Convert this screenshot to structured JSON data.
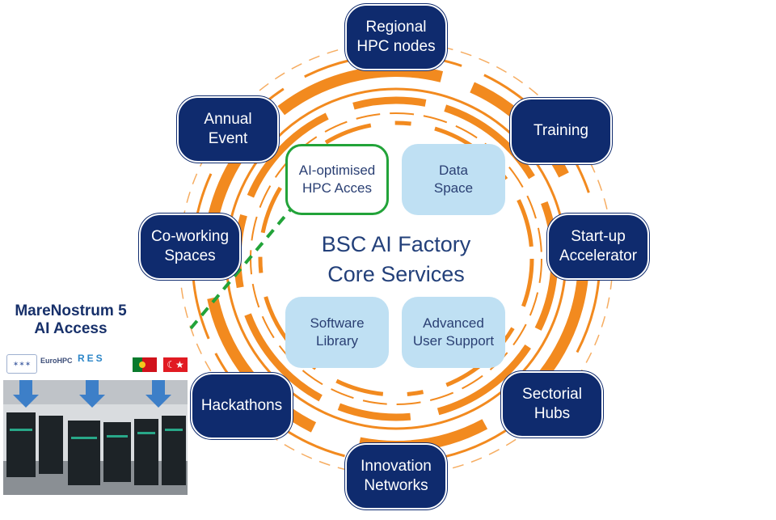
{
  "center": {
    "title": "BSC AI Factory\nCore Services"
  },
  "outer_nodes": {
    "regional": "Regional\nHPC nodes",
    "training": "Training",
    "startup": "Start-up\nAccelerator",
    "sectorial": "Sectorial\nHubs",
    "innovation": "Innovation\nNetworks",
    "hackathons": "Hackathons",
    "coworking": "Co-working\nSpaces",
    "annual": "Annual\nEvent"
  },
  "core_services": {
    "ai_hpc": "AI-optimised\nHPC Acces",
    "data_space": "Data\nSpace",
    "software": "Software\nLibrary",
    "user_support": "Advanced\nUser Support"
  },
  "marenostrum": {
    "title": "MareNostrum 5\nAI Access",
    "logo_eurohpc": "EuroHPC",
    "logo_res": "RES",
    "flag_tr_symbol": "☾★"
  },
  "colors": {
    "node_fill": "#0f2b6e",
    "core_fill": "#bfe0f3",
    "ring_orange": "#f28a1f",
    "selection_green": "#22a339",
    "arrow_blue": "#3d7fc8"
  }
}
